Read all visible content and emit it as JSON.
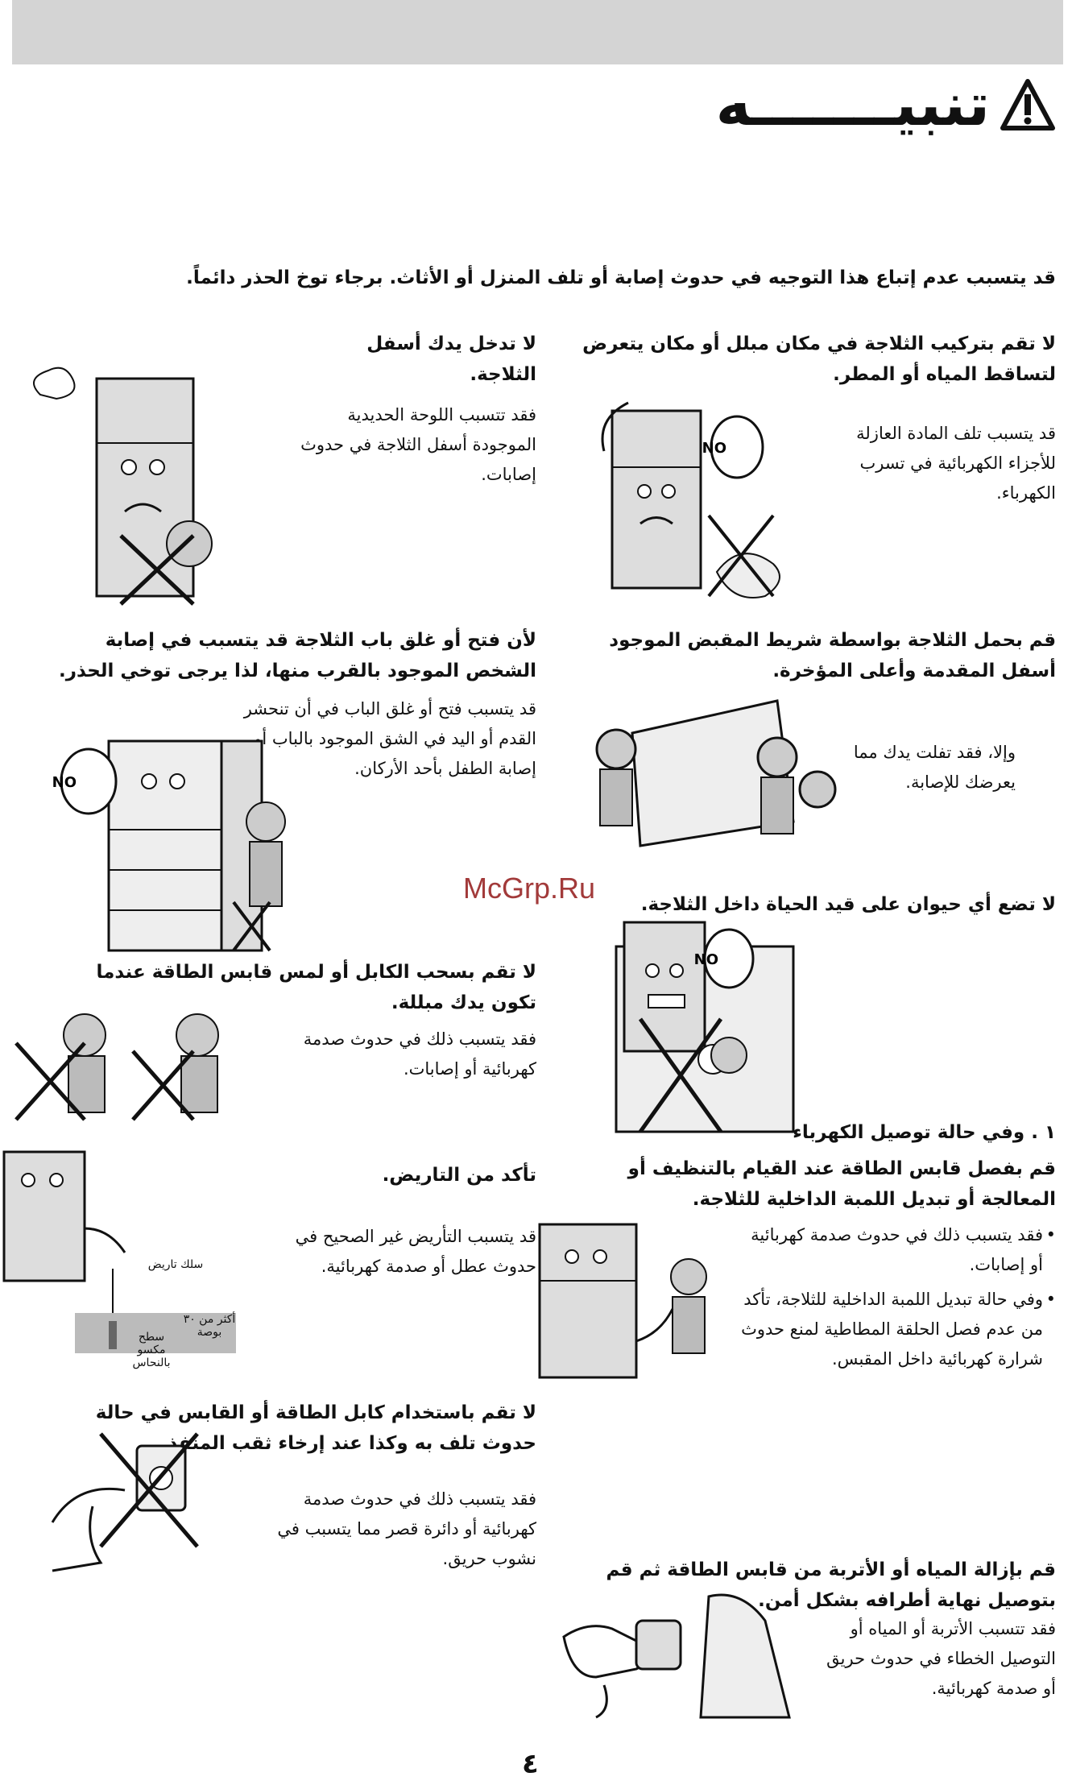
{
  "header": {
    "title": "تنبيـــــــه",
    "warning_icon": "warning-triangle-icon"
  },
  "intro": "قد يتسبب عدم إتباع هذا التوجيه في حدوث إصابة أو تلف المنزل أو الأثاث.  برجاء توخ الحذر دائماً.",
  "sections": {
    "s1": {
      "title": "لا تقم بتركيب الثلاجة في مكان مبلل أو مكان يتعرض لتساقط المياه أو المطر.",
      "body": "قد يتسبب تلف المادة العازلة للأجزاء الكهربائية في تسرب الكهرباء."
    },
    "s2": {
      "title": "لا تدخل يدك أسفل الثلاجة.",
      "body": "فقد تتسبب اللوحة الحديدية الموجودة أسفل الثلاجة في حدوث إصابات."
    },
    "s3": {
      "title": "قم بحمل الثلاجة بواسطة شريط المقبض الموجود أسفل المقدمة وأعلى المؤخرة.",
      "body": "وإلا، فقد تفلت يدك مما يعرضك للإصابة."
    },
    "s4": {
      "title": "لأن فتح أو غلق باب الثلاجة قد يتسبب في إصابة الشخص الموجود بالقرب منها، لذا يرجى توخي الحذر.",
      "body": "قد يتسبب فتح أو غلق الباب في أن تنحشر القدم أو اليد في الشق الموجود بالباب أو إصابة الطفل بأحد الأركان."
    },
    "s5": {
      "title": "لا تضع أي حيوان على قيد الحياة داخل الثلاجة.",
      "body": ""
    },
    "s6": {
      "title": "لا تقم بسحب الكابل أو لمس قابس الطاقة عندما تكون يدك مبللة.",
      "body": "فقد يتسبب ذلك في حدوث صدمة كهربائية أو إصابات."
    },
    "s7": {
      "heading": "١ . وفي حالة توصيل الكهرباء",
      "title": "قم بفصل قابس الطاقة عند القيام بالتنظيف أو المعالجة أو تبديل اللمبة الداخلية للثلاجة.",
      "bullets": [
        "فقد يتسبب ذلك في حدوث صدمة كهربائية أو إصابات.",
        "وفي حالة تبديل اللمبة الداخلية للثلاجة، تأكد من عدم فصل الحلقة المطاطية لمنع حدوث شرارة كهربائية داخل المقبس."
      ]
    },
    "s8": {
      "title": "تأكد من التاريض.",
      "body": "قد يتسبب التأريض غير الصحيح في حدوث عطل أو صدمة كهربائية.",
      "labels": {
        "ground_wire": "سلك تاريض",
        "depth": "أكثر من ٣٠ بوصة",
        "copper": "سطح مكسو بالنحاس"
      }
    },
    "s9": {
      "title": "لا تقم باستخدام كابل الطاقة أو القابس في حالة حدوث تلف به وكذا عند إرخاء ثقب المنفذ.",
      "body": "فقد يتسبب ذلك في حدوث صدمة كهربائية أو دائرة قصر مما يتسبب في نشوب حريق."
    },
    "s10": {
      "title": "قم بإزالة المياه أو الأتربة من قابس الطاقة ثم قم بتوصيل نهاية أطرافه بشكل أمن.",
      "body": "فقد تتسبب الأتربة أو المياه أو التوصيل الخطاء في حدوث حريق أو صدمة كهربائية."
    }
  },
  "no_sign_text": "NO",
  "watermark": "McGrp.Ru",
  "page_number": "٤"
}
